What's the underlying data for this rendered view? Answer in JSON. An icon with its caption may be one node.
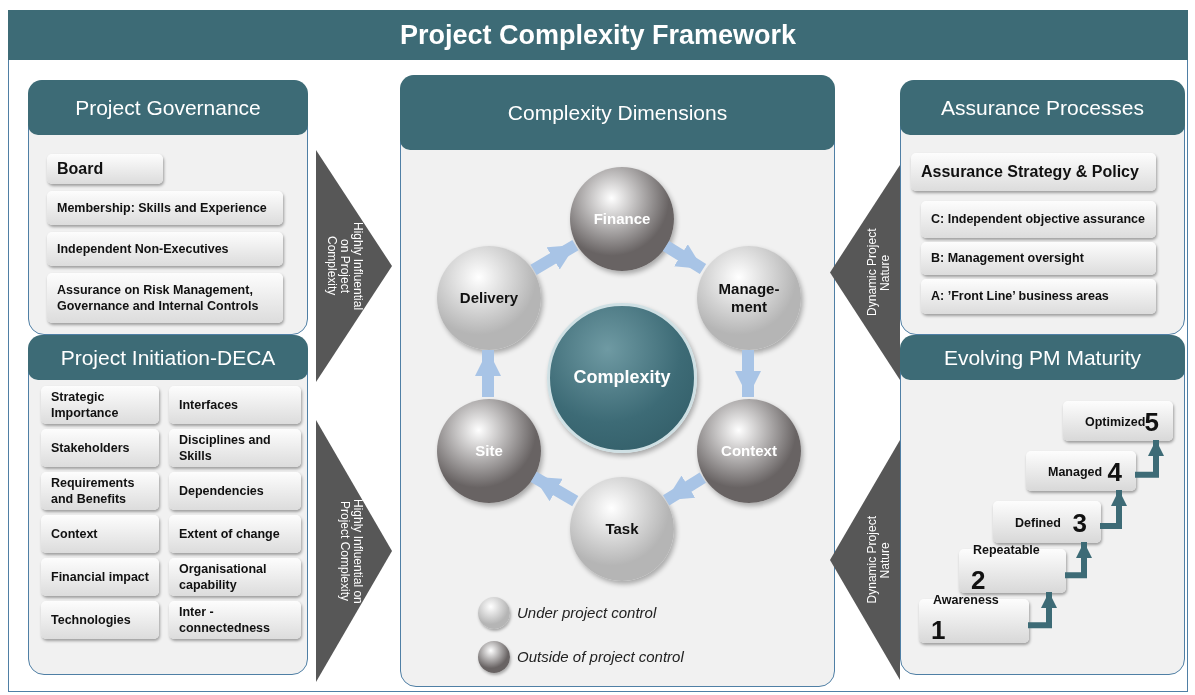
{
  "diagram": {
    "title": "Project Complexity Framework",
    "nodes": [
      {
        "text": [
          "Project Governance"
        ]
      },
      {
        "text": [
          "Board"
        ],
        "in": 0
      },
      {
        "text": [
          "Membership: Skills and Experience"
        ],
        "in": 0
      },
      {
        "text": [
          "Independent Non-Executives"
        ],
        "in": 0
      },
      {
        "text": [
          "Assurance on Risk Management, Governance and Internal Controls"
        ],
        "in": 0
      },
      {
        "text": [
          "Project Initiation-DECA"
        ]
      },
      {
        "text": [
          "Strategic Importance"
        ],
        "in": 5
      },
      {
        "text": [
          "Interfaces"
        ],
        "in": 5
      },
      {
        "text": [
          "Stakeholders"
        ],
        "in": 5
      },
      {
        "text": [
          "Disciplines and Skills"
        ],
        "in": 5
      },
      {
        "text": [
          "Requirements and Benefits"
        ],
        "in": 5
      },
      {
        "text": [
          "Dependencies"
        ],
        "in": 5
      },
      {
        "text": [
          "Context"
        ],
        "in": 5
      },
      {
        "text": [
          "Extent of change"
        ],
        "in": 5
      },
      {
        "text": [
          "Financial impact"
        ],
        "in": 5
      },
      {
        "text": [
          "Organisational capability"
        ],
        "in": 5
      },
      {
        "text": [
          "Technologies"
        ],
        "in": 5
      },
      {
        "text": [
          "Inter - connectedness"
        ],
        "in": 5
      },
      {
        "text": [
          "Highly Influential on Project Complexity"
        ]
      },
      {
        "text": [
          "Highly Influential on Project Complexity"
        ]
      },
      {
        "text": [
          "Complexity Dimensions"
        ]
      },
      {
        "text": [
          "Finance"
        ],
        "in": 20
      },
      {
        "text": [
          "Manage- ment"
        ],
        "in": 20
      },
      {
        "text": [
          "Context"
        ],
        "in": 20
      },
      {
        "text": [
          "Task"
        ],
        "in": 20
      },
      {
        "text": [
          "Site"
        ],
        "in": 20
      },
      {
        "text": [
          "Delivery"
        ],
        "in": 20
      },
      {
        "text": [
          "Complexity"
        ],
        "in": 20
      },
      {
        "text": [
          "Dynamic Project Nature"
        ]
      },
      {
        "text": [
          "Dynamic Project Nature"
        ]
      },
      {
        "text": [
          "Assurance Processes"
        ]
      },
      {
        "text": [
          "Assurance Strategy & Policy"
        ],
        "in": 30
      },
      {
        "text": [
          "C: Independent objective assurance"
        ],
        "in": 30
      },
      {
        "text": [
          "B: Management oversight"
        ],
        "in": 30
      },
      {
        "text": [
          "A: ’Front Line’ business areas"
        ],
        "in": 30
      },
      {
        "text": [
          "Evolving PM Maturity"
        ]
      },
      {
        "text": [
          "Awareness",
          "1"
        ],
        "in": 35
      },
      {
        "text": [
          "Repeatable",
          "2"
        ],
        "in": 35
      },
      {
        "text": [
          "Defined",
          "3"
        ],
        "in": 35
      },
      {
        "text": [
          "Managed",
          "4"
        ],
        "in": 35
      },
      {
        "text": [
          "Optimized",
          "5"
        ],
        "in": 35
      }
    ],
    "edges": [
      {
        "from": 26,
        "to": 21,
        "arrow": "to"
      },
      {
        "from": 21,
        "to": 22,
        "arrow": "to"
      },
      {
        "from": 22,
        "to": 23,
        "arrow": "to"
      },
      {
        "from": 23,
        "to": 24,
        "arrow": "to"
      },
      {
        "from": 24,
        "to": 25,
        "arrow": "to"
      },
      {
        "from": 25,
        "to": 26,
        "arrow": "to"
      },
      {
        "from": 36,
        "to": 37,
        "arrow": "to",
        "color": "#3d6b76"
      },
      {
        "from": 37,
        "to": 38,
        "arrow": "to",
        "color": "#3d6b76"
      },
      {
        "from": 38,
        "to": 39,
        "arrow": "to",
        "color": "#3d6b76"
      },
      {
        "from": 39,
        "to": 40,
        "arrow": "to",
        "color": "#3d6b76"
      }
    ],
    "legend": [
      {
        "text": "Under project control",
        "color": "#b5b5b5"
      },
      {
        "text": "Outside of project control",
        "color": "#686363"
      }
    ]
  }
}
